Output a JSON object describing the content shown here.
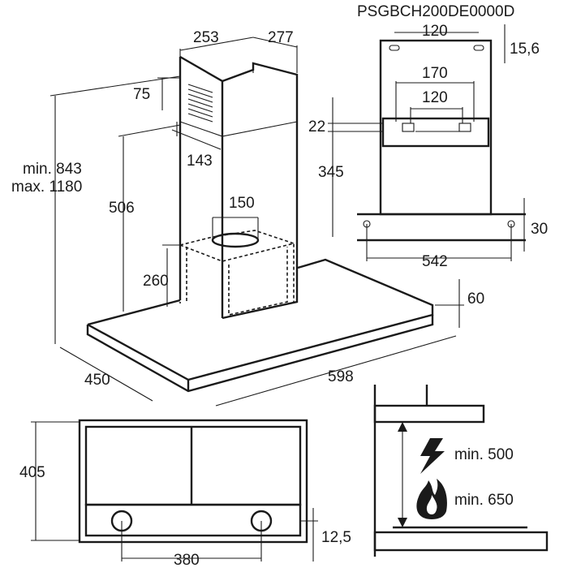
{
  "model_code": "PSGBCH200DE0000D",
  "dimensions": {
    "chimney_front": "253",
    "chimney_side": "277",
    "vent_offset": "75",
    "vent_depth": "143",
    "height_range": "min. 843\nmax. 1180",
    "height_min": "min. 843",
    "height_max": "max. 1180",
    "chimney_height": "506",
    "outlet_diameter": "150",
    "motor_height": "260",
    "hood_depth": "450",
    "hood_width": "598",
    "hood_thickness": "60",
    "bracket_hole_spacing": "120",
    "bracket_hole_offset": "15,6",
    "mount_plate_width": "170",
    "mount_plate_holes": "120",
    "mount_plate_offset": "22",
    "mount_height": "345",
    "hood_fix_offset": "30",
    "hood_fix_spacing": "542",
    "bottom_depth": "405",
    "bottom_fix_offset": "12,5",
    "bottom_fix_spacing": "380"
  },
  "clearances": {
    "electric": "min. 500",
    "gas": "min. 650"
  },
  "icons": {
    "electric": "lightning-icon",
    "gas": "flame-icon"
  }
}
